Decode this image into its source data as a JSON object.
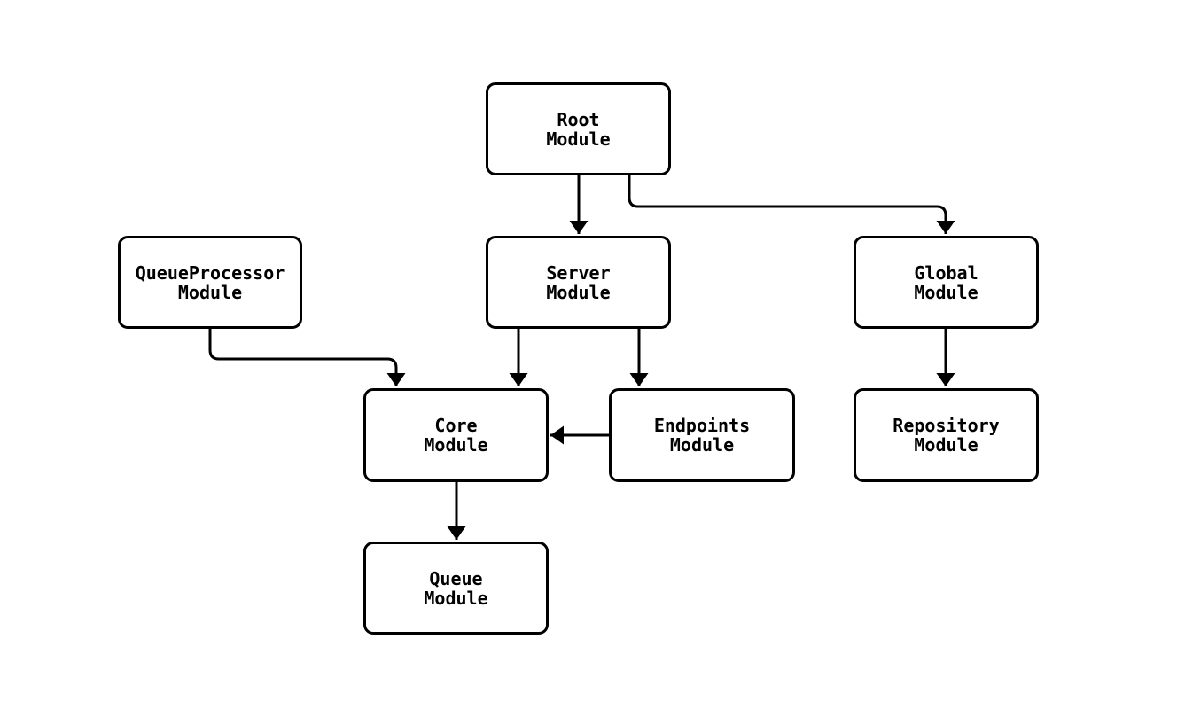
{
  "diagram": {
    "type": "module-dependency-flowchart",
    "background_color": "#ffffff",
    "node_fill_color": "#ffffff",
    "stroke_color": "#000000",
    "nodes": {
      "root": {
        "label": "Root\nModule"
      },
      "queueprocessor": {
        "label": "QueueProcessor\nModule"
      },
      "server": {
        "label": "Server\nModule"
      },
      "global": {
        "label": "Global\nModule"
      },
      "core": {
        "label": "Core\nModule"
      },
      "endpoints": {
        "label": "Endpoints\nModule"
      },
      "repository": {
        "label": "Repository\nModule"
      },
      "queue": {
        "label": "Queue\nModule"
      }
    },
    "edges": [
      {
        "from": "Root Module",
        "to": "Server Module"
      },
      {
        "from": "Root Module",
        "to": "Global Module"
      },
      {
        "from": "QueueProcessor Module",
        "to": "Core Module"
      },
      {
        "from": "Server Module",
        "to": "Core Module"
      },
      {
        "from": "Server Module",
        "to": "Endpoints Module"
      },
      {
        "from": "Endpoints Module",
        "to": "Core Module"
      },
      {
        "from": "Global Module",
        "to": "Repository Module"
      },
      {
        "from": "Core Module",
        "to": "Queue Module"
      }
    ]
  }
}
